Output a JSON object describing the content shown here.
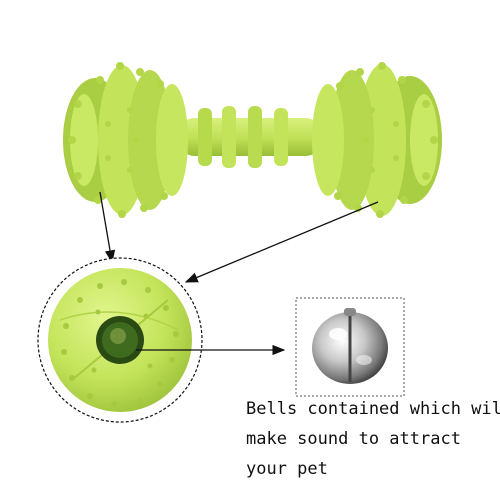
{
  "caption": {
    "line1": "Bells contained which will",
    "line2": "make sound to attract",
    "line3": "your pet"
  },
  "colors": {
    "toy_green": "#c3e45a",
    "toy_shadow": "#95bb35",
    "toy_highlight": "#dcf37f",
    "bell_silver": "#c9c9c9",
    "frame_border": "#555555"
  },
  "icons": [
    "dumbbell-toy-image",
    "toy-end-closeup-image",
    "bell-image"
  ]
}
